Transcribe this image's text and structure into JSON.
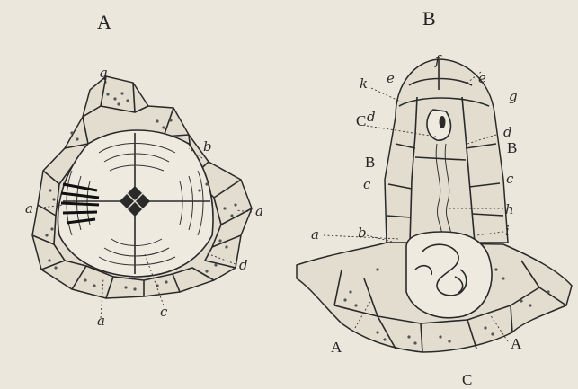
{
  "figures": {
    "left": {
      "title": "A",
      "labels": {
        "q": "q",
        "b": "b",
        "a_left": "a",
        "a_right": "a",
        "d": "d",
        "a_bottom": "a",
        "c": "c"
      }
    },
    "right": {
      "title": "B",
      "labels": {
        "f": "f",
        "k": "k",
        "e_left": "e",
        "e_right": "e",
        "g": "g",
        "C_top": "C",
        "d_top": "d",
        "d_right": "d",
        "B_right": "B",
        "B_left": "B",
        "c_left": "c",
        "c_right": "c",
        "h": "h",
        "i": "i",
        "a": "a",
        "b": "b",
        "A_left": "A",
        "A_right": "A",
        "C_bottom": "C"
      }
    }
  }
}
